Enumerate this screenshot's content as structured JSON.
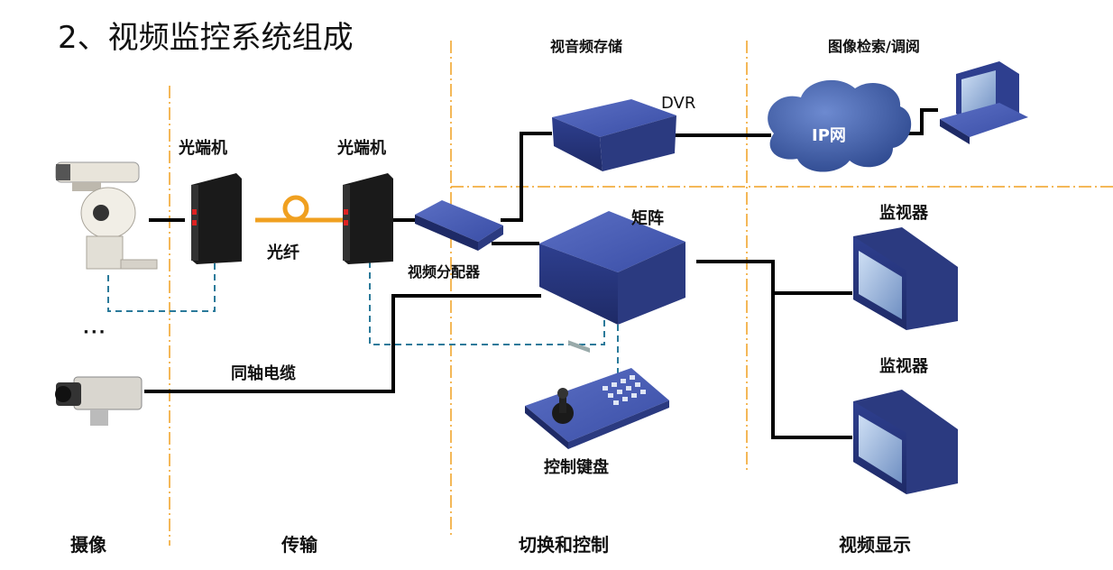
{
  "title": "2、视频监控系统组成",
  "zones": {
    "storage": "视音频存储",
    "retrieval": "图像检索/调阅"
  },
  "labels": {
    "optical1": "光端机",
    "optical2": "光端机",
    "fiber": "光纤",
    "splitter": "视频分配器",
    "dvr": "DVR",
    "matrix": "矩阵",
    "ip_network": "IP网",
    "monitor1": "监视器",
    "monitor2": "监视器",
    "coax": "同轴电缆",
    "keyboard": "控制键盘",
    "ellipsis": "···"
  },
  "categories": {
    "capture": "摄像",
    "transmission": "传输",
    "switching": "切换和控制",
    "display": "视频显示"
  },
  "colors": {
    "divider": "#f0a020",
    "fiber": "#f0a020",
    "device_blue": "#2e3f8f",
    "control_line": "#2a7a9a",
    "cloud": "#3d5a9e"
  }
}
